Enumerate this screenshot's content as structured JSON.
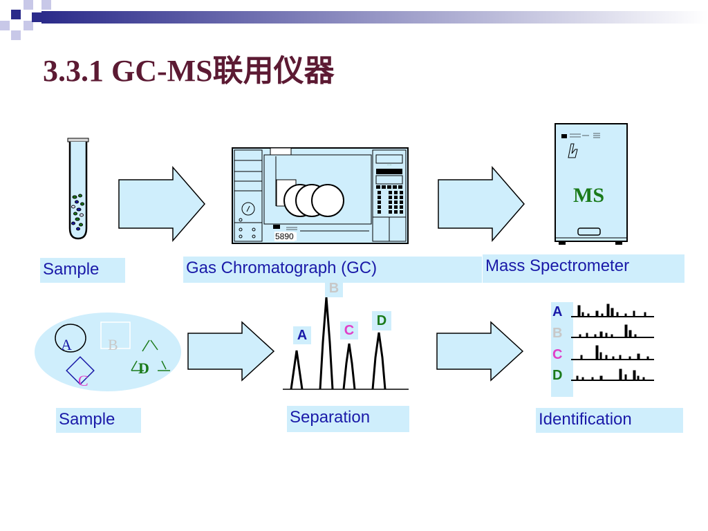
{
  "slide": {
    "title": "3.3.1 GC-MS联用仪器"
  },
  "top_row": {
    "sample_label": "Sample",
    "gc_label": "Gas Chromatograph (GC)",
    "ms_label": "Mass Spectrometer",
    "gc_model": "5890",
    "ms_panel_text": "MS"
  },
  "bottom_row": {
    "sample_label": "Sample",
    "separation_label": "Separation",
    "identification_label": "Identification",
    "compounds": [
      "A",
      "B",
      "C",
      "D"
    ]
  },
  "colors": {
    "title": "#5c1a33",
    "label_bg": "#cfeefc",
    "label_text": "#1a1aa8",
    "A": "#1a1aa8",
    "B": "#c8c8c8",
    "C": "#e040c8",
    "D": "#1a7a1a",
    "ms_text": "#1a7a1a"
  }
}
